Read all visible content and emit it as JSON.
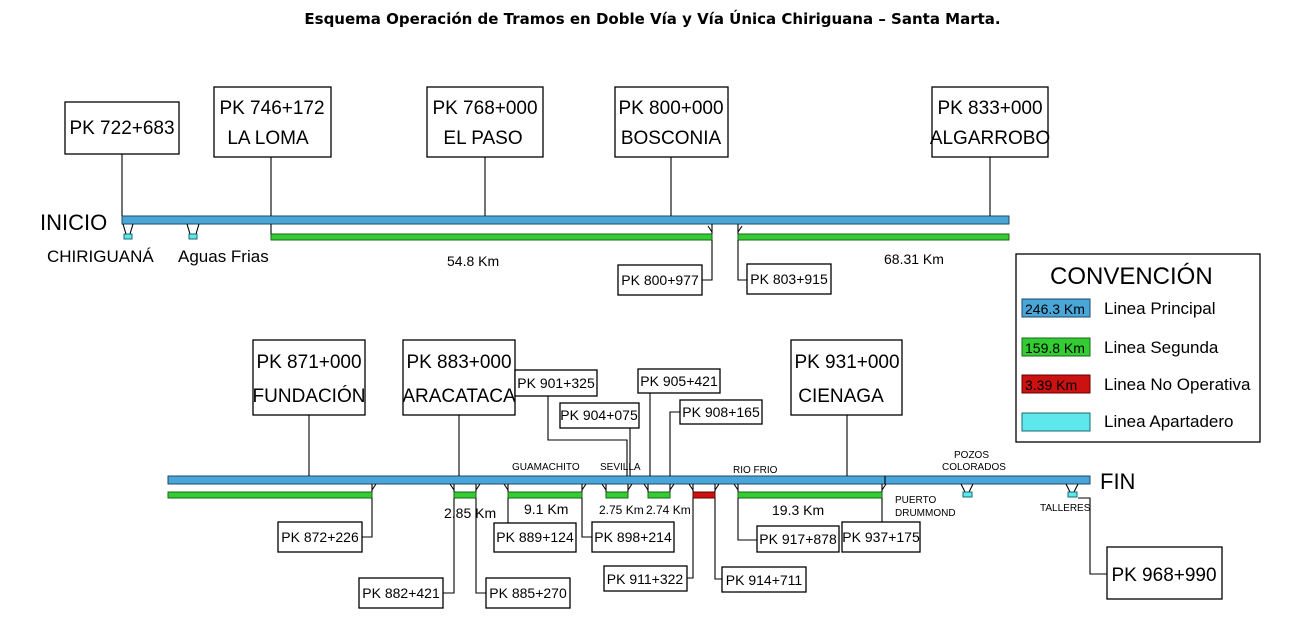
{
  "title": "Esquema Operación de Tramos en Doble Vía y Vía Única Chiriguana – Santa Marta.",
  "row1": {
    "start_label": "INICIO",
    "stations_top": [
      {
        "pk": "PK 722+683",
        "name": ""
      },
      {
        "pk": "PK 746+172",
        "name": "LA LOMA"
      },
      {
        "pk": "PK 768+000",
        "name": "EL PASO"
      },
      {
        "pk": "PK 800+000",
        "name": "BOSCONIA"
      },
      {
        "pk": "PK 833+000",
        "name": "ALGARROBO"
      }
    ],
    "below_labels": [
      "CHIRIGUANÁ",
      "Aguas Frias"
    ],
    "pk_bottom": [
      "PK 800+977",
      "PK 803+915"
    ],
    "distances": [
      "54.8 Km",
      "68.31 Km"
    ]
  },
  "row2": {
    "end_label": "FIN",
    "stations_top": [
      {
        "pk": "PK 871+000",
        "name": "FUNDACIÓN"
      },
      {
        "pk": "PK 883+000",
        "name": "ARACATACA"
      },
      {
        "pk": "PK 931+000",
        "name": "CIENAGA"
      }
    ],
    "pk_small_top": [
      "PK 901+325",
      "PK 904+075",
      "PK 905+421",
      "PK 908+165"
    ],
    "place_labels": [
      "GUAMACHITO",
      "SEVILLA",
      "RIO FRIO",
      "POZOS COLORADOS",
      "PUERTO DRUMMOND",
      "TALLERES"
    ],
    "distances": [
      "2.85 Km",
      "9.1 Km",
      "2.75 Km",
      "2.74 Km",
      "19.3 Km"
    ],
    "pk_bottom": [
      "PK 872+226",
      "PK 889+124",
      "PK 898+214",
      "PK 917+878",
      "PK 937+175",
      "PK 882+421",
      "PK 885+270",
      "PK 911+322",
      "PK 914+711",
      "PK 968+990"
    ]
  },
  "legend": {
    "title": "CONVENCIÓN",
    "items": [
      {
        "swatch": "246.3 Km",
        "label": "Linea Principal",
        "color": "#4aa6d9"
      },
      {
        "swatch": "159.8 Km",
        "label": "Linea Segunda",
        "color": "#33cc33"
      },
      {
        "swatch": "3.39 Km",
        "label": "Linea No Operativa",
        "color": "#cc1111"
      },
      {
        "swatch": "",
        "label": "Linea Apartadero",
        "color": "#5fe8ec"
      }
    ]
  }
}
